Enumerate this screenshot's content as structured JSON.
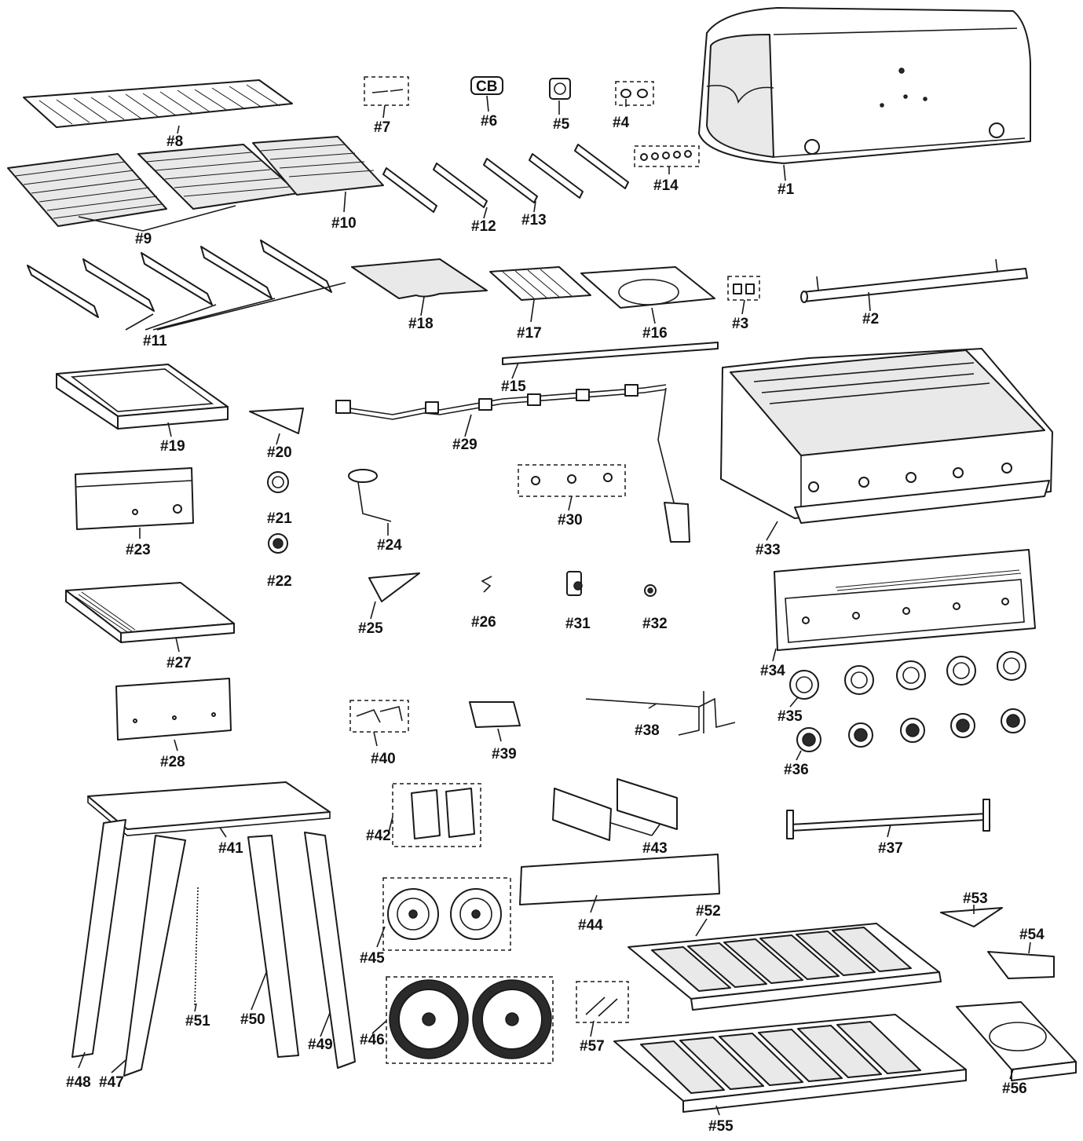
{
  "labels": {
    "p1": "#1",
    "p2": "#2",
    "p3": "#3",
    "p4": "#4",
    "p5": "#5",
    "p6": "#6",
    "p7": "#7",
    "p8": "#8",
    "p9": "#9",
    "p10": "#10",
    "p11": "#11",
    "p12": "#12",
    "p13": "#13",
    "p14": "#14",
    "p15": "#15",
    "p16": "#16",
    "p17": "#17",
    "p18": "#18",
    "p19": "#19",
    "p20": "#20",
    "p21": "#21",
    "p22": "#22",
    "p23": "#23",
    "p24": "#24",
    "p25": "#25",
    "p26": "#26",
    "p27": "#27",
    "p28": "#28",
    "p29": "#29",
    "p30": "#30",
    "p31": "#31",
    "p32": "#32",
    "p33": "#33",
    "p34": "#34",
    "p35": "#35",
    "p36": "#36",
    "p37": "#37",
    "p38": "#38",
    "p39": "#39",
    "p40": "#40",
    "p41": "#41",
    "p42": "#42",
    "p43": "#43",
    "p44": "#44",
    "p45": "#45",
    "p46": "#46",
    "p47": "#47",
    "p48": "#48",
    "p49": "#49",
    "p50": "#50",
    "p51": "#51",
    "p52": "#52",
    "p53": "#53",
    "p54": "#54",
    "p55": "#55",
    "p56": "#56",
    "p57": "#57"
  },
  "logo_text": "CB"
}
